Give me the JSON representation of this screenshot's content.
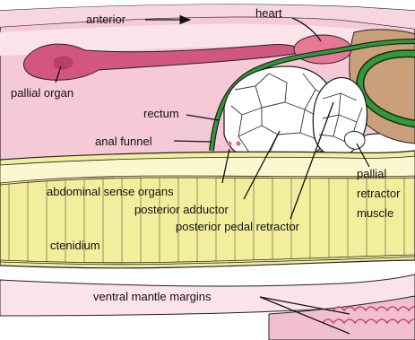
{
  "labels": {
    "anterior": "anterior",
    "heart": "heart",
    "pallial_organ": "pallial organ",
    "rectum": "rectum",
    "anal_funnel": "anal funnel",
    "abdominal_sense_organs": "abdominal sense organs",
    "posterior_adductor": "posterior adductor",
    "posterior_pedal_retractor": "posterior pedal retractor",
    "pallial_retractor_muscle_line1": "pallial",
    "pallial_retractor_muscle_line2": "retractor",
    "pallial_retractor_muscle_line3": "muscle",
    "ctenidium": "ctenidium",
    "ventral_mantle_margins": "ventral mantle margins"
  },
  "colors": {
    "mantle_pink": "#f2bfd0",
    "mantle_light": "#fbe3ea",
    "organ_magenta": "#d2567e",
    "heart_pink": "#e97896",
    "rectum_green": "#2f9a3a",
    "adductor_white": "#ffffff",
    "ctenidium_yellow": "#f3ee9c",
    "ctenidium_light": "#fbf8cf",
    "tan": "#c9a079",
    "outline": "#222222"
  }
}
